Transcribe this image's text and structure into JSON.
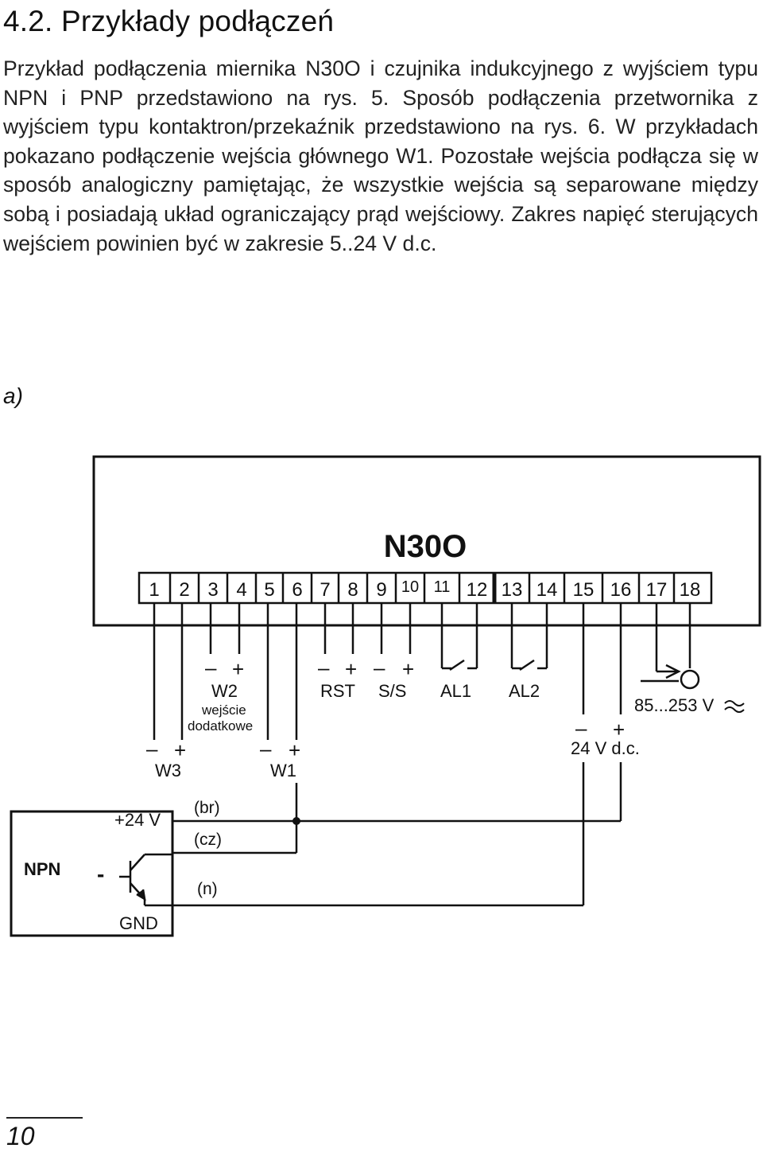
{
  "section": {
    "heading": "4.2. Przykłady podłączeń",
    "paragraph": "Przykład podłączenia miernika N30O i czujnika indukcyjnego z wyjściem typu NPN i PNP przedstawiono na rys. 5. Sposób podłączenia przetwornika z wyjściem typu kontaktron/przekaźnik przedstawiono na rys. 6. W przykładach pokazano podłączenie wejścia głównego W1. Pozostałe wejścia podłącza się w sposób analogiczny pamiętając, że wszystkie wejścia są separowane między sobą i posiadają układ ograniczający prąd wejściowy. Zakres napięć sterujących wejściem powinien być w zakresie 5..24 V d.c."
  },
  "figure": {
    "label": "a)",
    "device": {
      "name": "N30O",
      "terminals": [
        "1",
        "2",
        "3",
        "4",
        "5",
        "6",
        "7",
        "8",
        "9",
        "10",
        "11",
        "12",
        "13",
        "14",
        "15",
        "16",
        "17",
        "18"
      ]
    },
    "groups": {
      "w3": {
        "name": "W3",
        "minus": "–",
        "plus": "+"
      },
      "w2": {
        "name": "W2",
        "minus": "–",
        "plus": "+",
        "desc_line1": "wejście",
        "desc_line2": "dodatkowe"
      },
      "w1": {
        "name": "W1",
        "minus": "–",
        "plus": "+"
      },
      "rst": {
        "name": "RST",
        "minus": "–",
        "plus": "+"
      },
      "ss": {
        "name": "S/S",
        "minus": "–",
        "plus": "+"
      },
      "al1": {
        "name": "AL1"
      },
      "al2": {
        "name": "AL2"
      },
      "supply_dc": {
        "label": "24 V d.c.",
        "minus": "–",
        "plus": "+"
      },
      "supply_ac": {
        "label": "85...253 V"
      }
    },
    "sensor": {
      "type": "NPN",
      "supply": "+24 V",
      "ground": "GND",
      "minus": "-",
      "wires": [
        "(br)",
        "(cz)",
        "(n)"
      ]
    }
  },
  "footer": {
    "page_number": "10"
  }
}
